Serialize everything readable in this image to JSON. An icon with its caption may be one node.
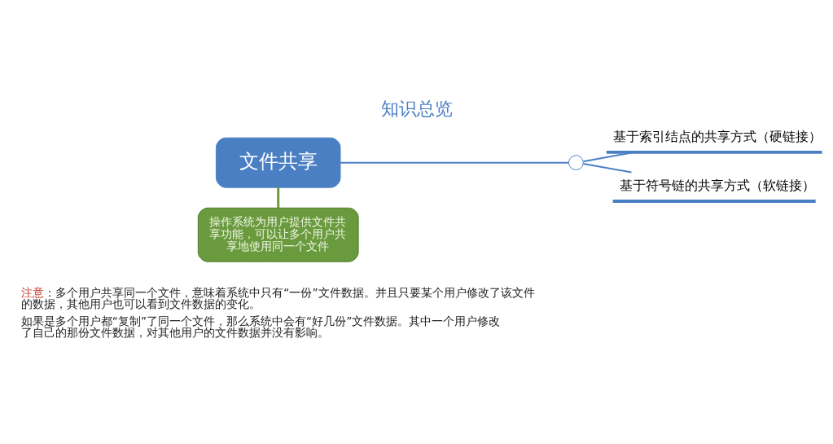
{
  "diagram": {
    "title": "知识总览",
    "nodes": [
      {
        "text": [
          "文件共享"
        ]
      },
      {
        "text": [],
        "shape": "circle"
      },
      {
        "text": [
          "基于索引结点的共享方式（硬链接）"
        ]
      },
      {
        "text": [
          "基于符号链的共享方式（软链接）"
        ]
      },
      {
        "text": [
          "操作系统为用户提供文件共享功能，可以让多个用户共享地使用同一个文件"
        ]
      }
    ],
    "edges": [
      {
        "from": 0,
        "to": 1,
        "arrow": "none"
      },
      {
        "from": 1,
        "to": 2,
        "arrow": "none"
      },
      {
        "from": 1,
        "to": 3,
        "arrow": "none"
      },
      {
        "from": 4,
        "to": 0,
        "arrow": "none",
        "color": "#6a9a3e"
      }
    ],
    "labels": [
      "注意",
      "：多个用户共享同一个文件，意味着系统中只有“一份”文件数据。并且只要某个用户修改了该文件的数据，其他用户也可以看到文件数据的变化。",
      "如果是多个用户都“复制”了同一个文件，那么系统中会有“好几份”文件数据。其中一个用户修改了自己的那份文件数据，对其他用户的文件数据并没有影响。"
    ]
  }
}
